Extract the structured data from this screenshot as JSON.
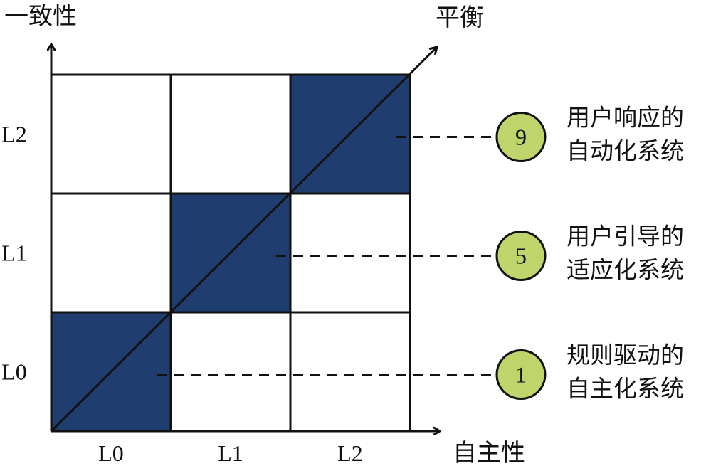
{
  "axes": {
    "y_label": "一致性",
    "x_label": "自主性",
    "diagonal_label": "平衡"
  },
  "x_levels": [
    "L0",
    "L1",
    "L2"
  ],
  "y_levels": [
    "L0",
    "L1",
    "L2"
  ],
  "colors": {
    "filled_cell": "#1f3d6e",
    "empty_cell": "#ffffff",
    "line": "#111111",
    "marker_fill": "#bfd46a",
    "marker_stroke": "#111111"
  },
  "filled_cells": [
    {
      "col": 0,
      "row": 0
    },
    {
      "col": 1,
      "row": 1
    },
    {
      "col": 2,
      "row": 2
    }
  ],
  "annotations": [
    {
      "number": "9",
      "line1": "用户响应的",
      "line2": "自动化系统",
      "level": "L2"
    },
    {
      "number": "5",
      "line1": "用户引导的",
      "line2": "适应化系统",
      "level": "L1"
    },
    {
      "number": "1",
      "line1": "规则驱动的",
      "line2": "自主化系统",
      "level": "L0"
    }
  ]
}
